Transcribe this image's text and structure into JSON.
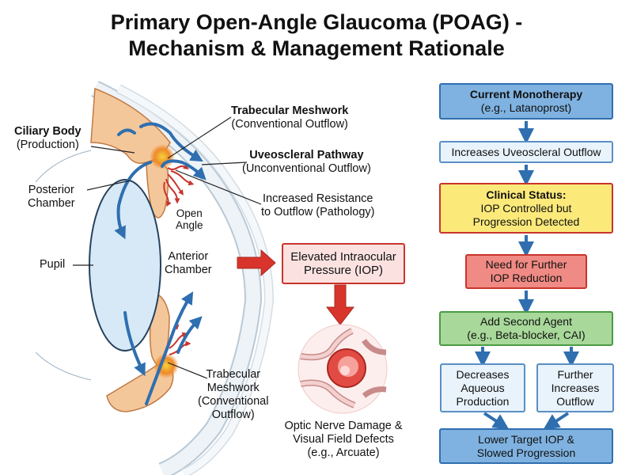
{
  "title": {
    "line1": "Primary Open-Angle Glaucoma (POAG) -",
    "line2": "Mechanism & Management Rationale"
  },
  "anatomy": {
    "ciliary_body": {
      "name": "Ciliary Body",
      "sub": "(Production)"
    },
    "posterior_chamber": {
      "line1": "Posterior",
      "line2": "Chamber"
    },
    "pupil": "Pupil",
    "anterior_chamber": {
      "line1": "Anterior",
      "line2": "Chamber"
    },
    "open_angle": {
      "line1": "Open",
      "line2": "Angle"
    },
    "trabecular_top": {
      "name": "Trabecular Meshwork",
      "sub": "(Conventional Outflow)"
    },
    "uveoscleral": {
      "name": "Uveoscleral Pathway",
      "sub": "(Unconventional Outflow)"
    },
    "resistance": {
      "line1": "Increased Resistance",
      "line2": "to Outflow (Pathology)"
    },
    "trabecular_bottom": {
      "line1": "Trabecular",
      "line2": "Meshwork",
      "line3": "(Conventional",
      "line4": "Outflow)"
    }
  },
  "pathology": {
    "iop_box": {
      "line1": "Elevated Intraocular",
      "line2": "Pressure (IOP)"
    },
    "optic": {
      "line1": "Optic Nerve Damage &",
      "line2": "Visual Field Defects",
      "line3": "(e.g., Arcuate)"
    }
  },
  "flowchart": {
    "monotherapy": {
      "title": "Current Monotherapy",
      "sub": "(e.g., Latanoprost)"
    },
    "uveoscleral": "Increases Uveoscleral Outflow",
    "clinical_status": {
      "title": "Clinical Status:",
      "line1": "IOP Controlled but",
      "line2": "Progression Detected"
    },
    "need": {
      "line1": "Need for Further",
      "line2": "IOP Reduction"
    },
    "second_agent": {
      "line1": "Add Second Agent",
      "line2": "(e.g., Beta-blocker, CAI)"
    },
    "decreases": {
      "line1": "Decreases",
      "line2": "Aqueous",
      "line3": "Production"
    },
    "further": {
      "line1": "Further",
      "line2": "Increases",
      "line3": "Outflow"
    },
    "target": {
      "line1": "Lower Target IOP &",
      "line2": "Slowed Progression"
    }
  },
  "colors": {
    "flow_arrow": "#2f6fb0",
    "pathology_red": "#d9342b",
    "tissue": "#f4c79a",
    "lens": "#d7e9f7"
  }
}
